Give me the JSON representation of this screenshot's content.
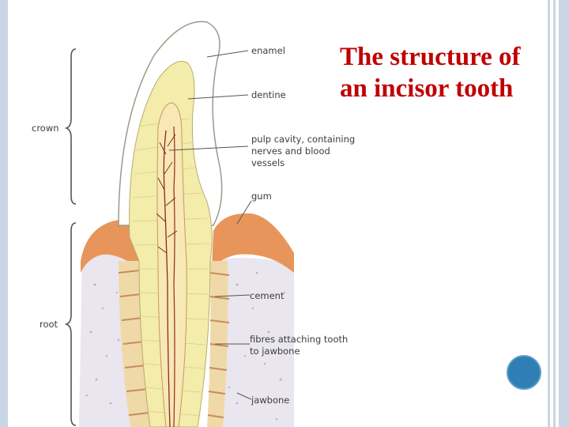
{
  "title": {
    "line1": "The structure of",
    "line2": "an incisor tooth"
  },
  "labels": {
    "crown": "crown",
    "root": "root",
    "enamel": "enamel",
    "dentine": "dentine",
    "pulp1": "pulp cavity, containing",
    "pulp2": "nerves and blood",
    "pulp3": "vessels",
    "gum": "gum",
    "cement": "cement",
    "fibres1": "fibres attaching tooth",
    "fibres2": "to jawbone",
    "jawbone": "jawbone"
  },
  "colors": {
    "title": "#c00000",
    "enamel": "#ffffff",
    "dentine": "#f3ecaa",
    "pulp": "#f7e8b5",
    "gum": "#e8955b",
    "bone": "#e9e6ef",
    "frame": "#c9d6e3",
    "badge": "#2f7fb4"
  }
}
